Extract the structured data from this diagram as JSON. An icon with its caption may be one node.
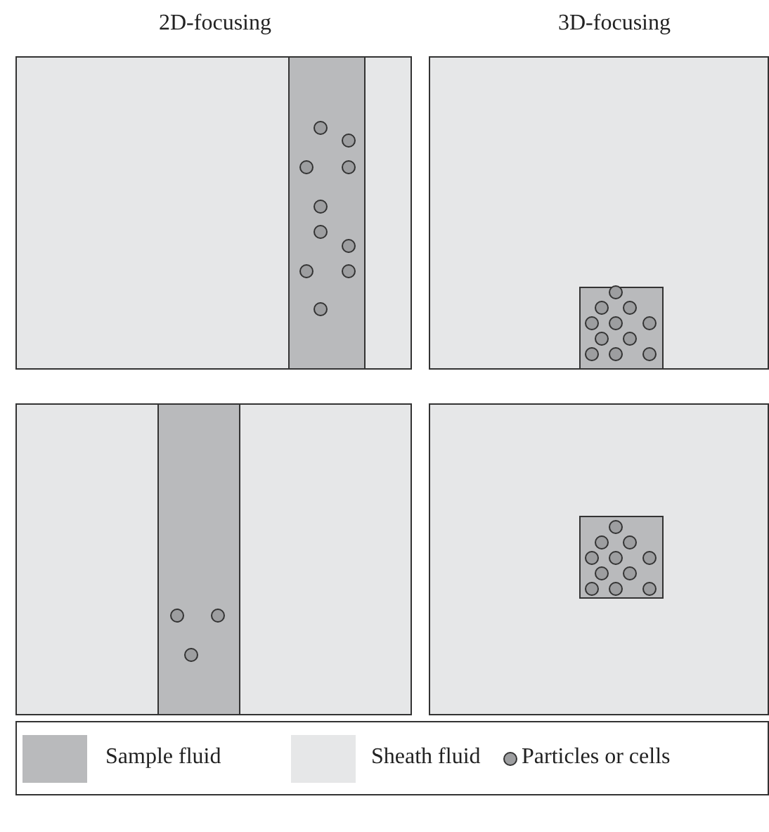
{
  "diagram": {
    "labels": [
      "2D-focusing",
      "3D-focusing"
    ],
    "legend": [
      {
        "text": "Sample fluid",
        "color": "#b9babc"
      },
      {
        "text": "Sheath fluid",
        "color": "#e6e7e8"
      },
      {
        "text": "Particles or cells"
      }
    ]
  }
}
